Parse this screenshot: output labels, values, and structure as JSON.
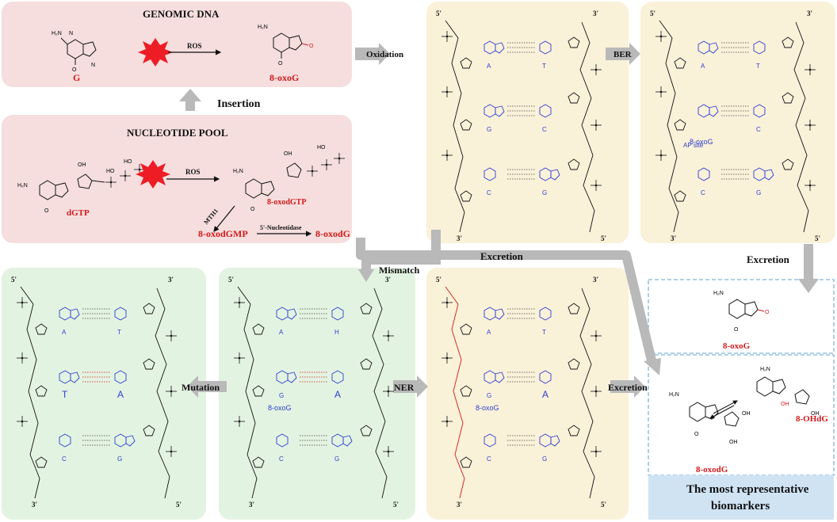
{
  "colors": {
    "pink_panel": "#f6dede",
    "yellow_panel": "#faf1d9",
    "green_panel": "#e3f3e1",
    "blue_box": "#cfe3f3",
    "arrow_gray": "#b9b9b9",
    "red": "#d21a1a",
    "blue": "#2d3fd0",
    "star_red": "#ee1c25"
  },
  "icons": {
    "ros_burst": "red-starburst",
    "flow_arrow": "gray-block-arrow"
  },
  "genomic": {
    "title": "GENOMIC   DNA",
    "g_label": "G",
    "oxog_label": "8-oxoG",
    "ros": "ROS"
  },
  "pool": {
    "title": "NUCLEOTIDE    POOL",
    "dgtp": "dGTP",
    "oxodgtp": "8-oxodGTP",
    "ros": "ROS",
    "mth1": "MTH1",
    "oxodgmp": "8-oxodGMP",
    "nucleotidase": "5'-Nucleotidase",
    "oxodg": "8-oxodG"
  },
  "arrows": {
    "insertion": "Insertion",
    "oxidation": "Oxidation",
    "ber": "BER",
    "excretion_right": "Excretion",
    "excretion_mid": "Excretion",
    "mismatch": "Mismatch",
    "mutation": "Mutation",
    "ner": "NER",
    "excretion_bottom": "Excretion"
  },
  "dna": {
    "five_prime": "5'",
    "three_prime": "3'",
    "bases": {
      "A": "A",
      "T": "T",
      "C": "C",
      "G": "G",
      "H": "H"
    },
    "oxog_in_strand": "8-oxoG",
    "ap_site": "AP site",
    "mut_T": "T",
    "mut_A": "A"
  },
  "biomarkers": {
    "oxog": "8-oxoG",
    "oxodg": "8-oxodG",
    "ohdg": "8-OHdG",
    "caption": "The most representative biomarkers"
  }
}
